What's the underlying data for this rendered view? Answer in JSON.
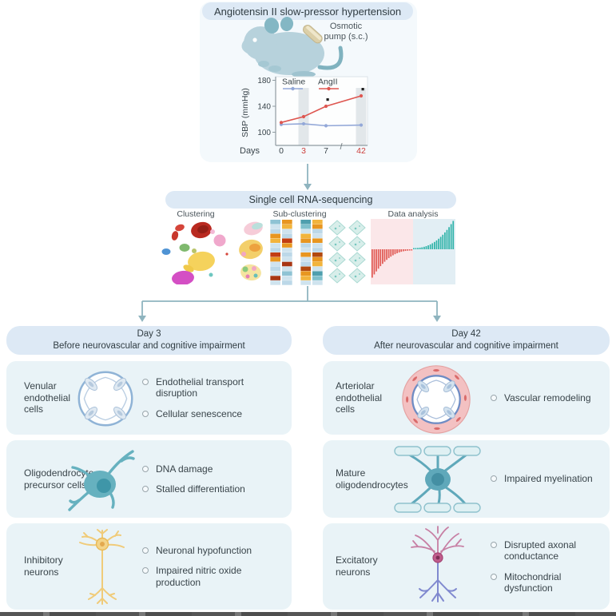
{
  "title": "Angiotensin II slow-pressor hypertension",
  "top": {
    "pump_label": "Osmotic pump (s.c.)"
  },
  "chart_data": {
    "type": "line",
    "title": "",
    "xlabel": "Days",
    "ylabel": "SBP (mmHg)",
    "x": [
      0,
      3,
      7,
      42
    ],
    "yticks": [
      100,
      140,
      180
    ],
    "ylim": [
      88,
      185
    ],
    "axis_break": "/",
    "axis_break_between": [
      7,
      42
    ],
    "shaded_days": [
      3,
      42
    ],
    "x_highlight_color": "#cc3f3c",
    "legend_position": "top-inside",
    "grid": false,
    "series": [
      {
        "name": "Saline",
        "color": "#93a8d8",
        "values": [
          112,
          113,
          110,
          111
        ]
      },
      {
        "name": "AngII",
        "color": "#de5650",
        "values": [
          115,
          124,
          140,
          156
        ],
        "significance_at": [
          7,
          42
        ]
      }
    ]
  },
  "sequencing": {
    "title": "Single cell RNA-sequencing",
    "panels": [
      {
        "label": "Clustering"
      },
      {
        "label": "Sub-clustering"
      },
      {
        "label": "Data analysis"
      }
    ]
  },
  "columns": [
    {
      "header_line1": "Day 3",
      "header_line2": "Before neurovascular and cognitive impairment",
      "rows": [
        {
          "label": "Venular endothelial cells",
          "illustration": "venule-cross-section",
          "bullets": [
            "Endothelial transport disruption",
            "Cellular senescence"
          ]
        },
        {
          "label": "Oligodendrocyte precursor cells",
          "illustration": "oligodendrocyte-precursor-cell",
          "bullets": [
            "DNA damage",
            "Stalled differentiation"
          ]
        },
        {
          "label": "Inhibitory neurons",
          "illustration": "inhibitory-neuron",
          "bullets": [
            "Neuronal hypofunction",
            "Impaired nitric oxide production"
          ]
        }
      ]
    },
    {
      "header_line1": "Day 42",
      "header_line2": "After neurovascular and cognitive impairment",
      "rows": [
        {
          "label": "Arteriolar endothelial cells",
          "illustration": "arteriole-cross-section",
          "bullets": [
            "Vascular remodeling"
          ]
        },
        {
          "label": "Mature oligodendrocytes",
          "illustration": "mature-oligodendrocyte",
          "bullets": [
            "Impaired myelination"
          ]
        },
        {
          "label": "Excitatory neurons",
          "illustration": "excitatory-neuron",
          "bullets": [
            "Disrupted axonal conductance",
            "Mitochondrial dysfunction"
          ]
        }
      ]
    }
  ],
  "colors": {
    "accent_arrow": "#8fb4bf",
    "pill_bg": "#dde9f5",
    "rowbox_bg": "#e9f3f7",
    "saline": "#93a8d8",
    "angii": "#de5650",
    "text": "#39444a"
  }
}
